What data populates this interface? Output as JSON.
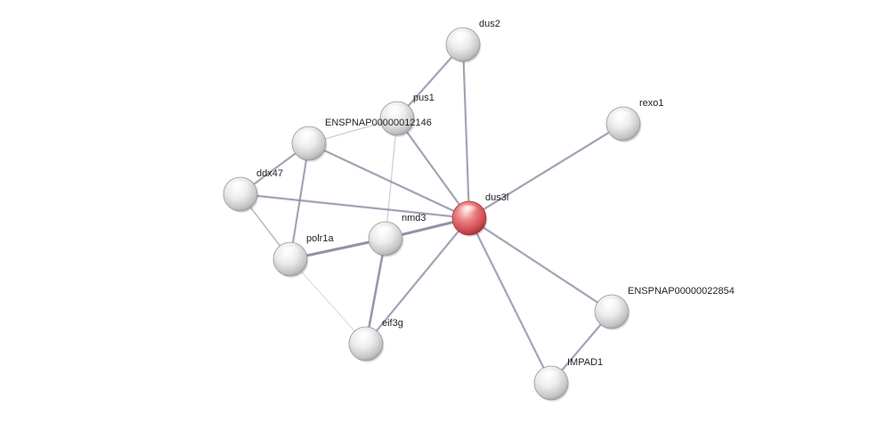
{
  "network": {
    "query_node": "dus3l",
    "colors": {
      "query_node": "#d9484f",
      "neighbor_node": "#d8d8d8",
      "edge": "#8a8da3",
      "label": "#222222"
    },
    "nodes": [
      {
        "id": "dus2",
        "label": "dus2"
      },
      {
        "id": "rexo1",
        "label": "rexo1"
      },
      {
        "id": "pus1",
        "label": "pus1"
      },
      {
        "id": "ENSPNAP00000012146",
        "label": "ENSPNAP00000012146"
      },
      {
        "id": "ddx47",
        "label": "ddx47"
      },
      {
        "id": "dus3l",
        "label": "dus3l"
      },
      {
        "id": "nmd3",
        "label": "nmd3"
      },
      {
        "id": "polr1a",
        "label": "polr1a"
      },
      {
        "id": "ENSPNAP00000022854",
        "label": "ENSPNAP00000022854"
      },
      {
        "id": "eif3g",
        "label": "eif3g"
      },
      {
        "id": "IMPAD1",
        "label": "IMPAD1"
      }
    ],
    "edges": [
      {
        "source": "dus2",
        "target": "pus1"
      },
      {
        "source": "dus2",
        "target": "dus3l"
      },
      {
        "source": "rexo1",
        "target": "dus3l"
      },
      {
        "source": "pus1",
        "target": "ENSPNAP00000012146"
      },
      {
        "source": "pus1",
        "target": "dus3l"
      },
      {
        "source": "pus1",
        "target": "nmd3"
      },
      {
        "source": "ENSPNAP00000012146",
        "target": "ddx47"
      },
      {
        "source": "ENSPNAP00000012146",
        "target": "dus3l"
      },
      {
        "source": "ENSPNAP00000012146",
        "target": "polr1a"
      },
      {
        "source": "ddx47",
        "target": "dus3l"
      },
      {
        "source": "ddx47",
        "target": "polr1a"
      },
      {
        "source": "dus3l",
        "target": "nmd3"
      },
      {
        "source": "dus3l",
        "target": "eif3g"
      },
      {
        "source": "dus3l",
        "target": "ENSPNAP00000022854"
      },
      {
        "source": "dus3l",
        "target": "IMPAD1"
      },
      {
        "source": "nmd3",
        "target": "polr1a"
      },
      {
        "source": "nmd3",
        "target": "eif3g"
      },
      {
        "source": "polr1a",
        "target": "eif3g"
      },
      {
        "source": "ENSPNAP00000022854",
        "target": "IMPAD1"
      }
    ]
  }
}
